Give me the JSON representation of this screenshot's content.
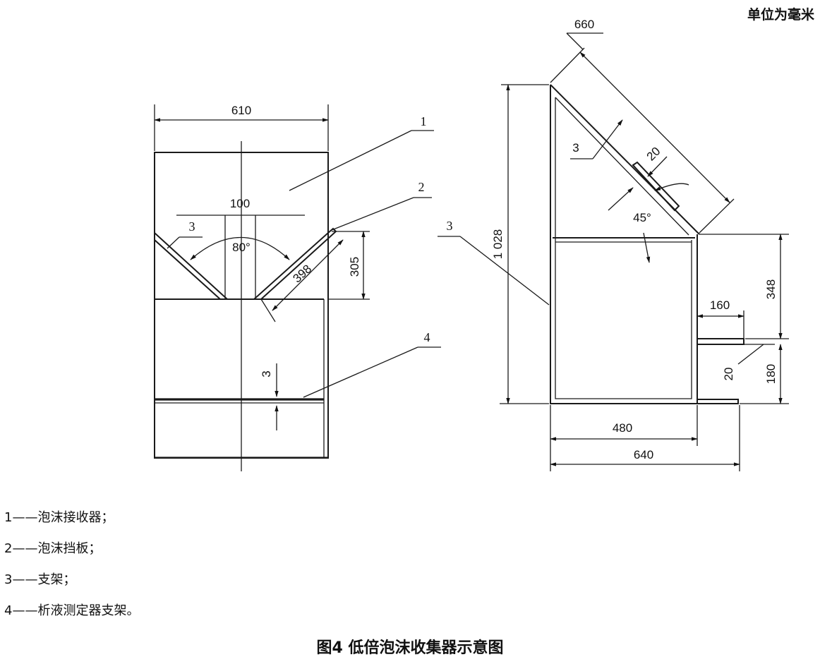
{
  "unit_note": "单位为毫米",
  "left_view": {
    "dims": {
      "width": "610",
      "gap": "100",
      "angle": "80°",
      "baffle_length": "398",
      "baffle_height": "305",
      "thickness": "3"
    },
    "labels": {
      "l1": "1",
      "l2": "2",
      "l3": "3",
      "l4": "4"
    }
  },
  "right_view": {
    "dims": {
      "slope_length": "660",
      "height": "1 028",
      "thickness": "3",
      "plate": "20",
      "angle": "45°",
      "lower_height": "348",
      "ledge_width": "160",
      "ledge_thickness": "20",
      "ledge_height": "180",
      "inner_width": "480",
      "total_width": "640"
    },
    "labels": {
      "l3": "3"
    }
  },
  "legend": [
    "1——泡沫接收器；",
    "2——泡沫挡板；",
    "3——支架；",
    "4——析液测定器支架。"
  ],
  "caption": "图4 低倍泡沫收集器示意图"
}
